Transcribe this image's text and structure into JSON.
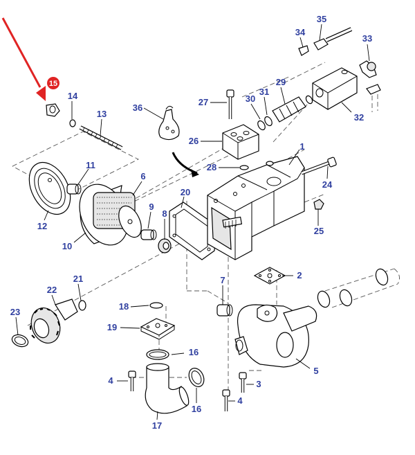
{
  "colors": {
    "label": "#2f3f9f",
    "highlight_marker": "#e02424",
    "highlight_arrow": "#e02424",
    "line": "#000000"
  },
  "highlighted_part": "15",
  "labels": {
    "p1": "1",
    "p2": "2",
    "p3": "3",
    "p4a": "4",
    "p4b": "4",
    "p5": "5",
    "p6": "6",
    "p7": "7",
    "p8": "8",
    "p9": "9",
    "p10": "10",
    "p11": "11",
    "p12": "12",
    "p13": "13",
    "p14": "14",
    "p15": "15",
    "p16a": "16",
    "p16b": "16",
    "p17": "17",
    "p18": "18",
    "p19": "19",
    "p20": "20",
    "p21": "21",
    "p22": "22",
    "p23": "23",
    "p24": "24",
    "p25": "25",
    "p26": "26",
    "p27": "27",
    "p28": "28",
    "p29": "29",
    "p30": "30",
    "p31": "31",
    "p32": "32",
    "p33": "33",
    "p34": "34",
    "p35": "35",
    "p36": "36"
  }
}
